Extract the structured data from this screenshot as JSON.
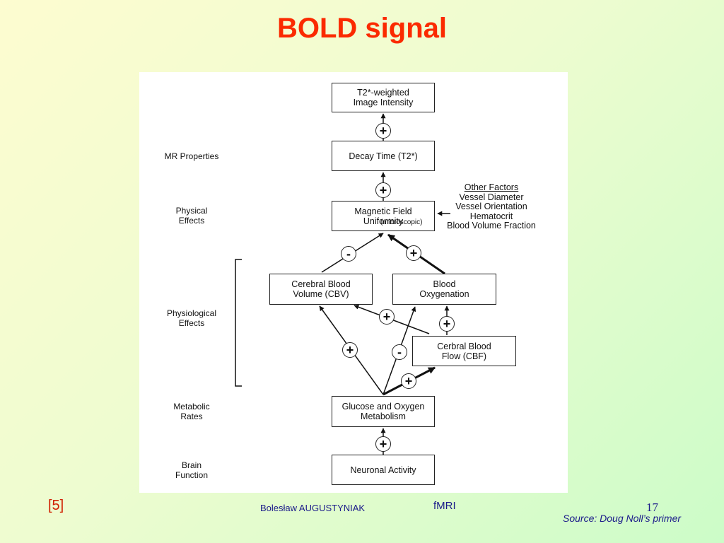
{
  "slide": {
    "title": "BOLD signal",
    "reference": "[5]",
    "author": "Bolesław AUGUSTYNIAK",
    "topic": "fMRI",
    "page_number": "17",
    "source": "Source: Doug Noll’s primer",
    "title_color": "#fb2a00",
    "footer_color": "#1a1a8a"
  },
  "diagram": {
    "boxes": {
      "t2": "T2*-weighted\nImage Intensity",
      "decay": "Decay Time (T2*)",
      "mag_main": "Magnetic Field\nUniformity",
      "mag_sub": "(microscopic)",
      "cbv": "Cerebral Blood\nVolume (CBV)",
      "oxy": "Blood\nOxygenation",
      "cbf": "Cerbral Blood\nFlow (CBF)",
      "glucose": "Glucose and Oxygen\nMetabolism",
      "neuronal": "Neuronal Activity"
    },
    "signs": {
      "decay_to_t2": "+",
      "mag_to_decay": "+",
      "cbv_to_mag": "-",
      "oxy_to_mag": "+",
      "cbf_to_cbv": "+",
      "cbf_to_oxy": "+",
      "glucose_to_cbv": "+",
      "glucose_to_oxy": "-",
      "glucose_to_cbf": "+",
      "neuronal_to_glucose": "+"
    },
    "levels": {
      "mr": "MR Properties",
      "physical": "Physical\nEffects",
      "physiological": "Physiological\nEffects",
      "metabolic": "Metabolic\nRates",
      "brain": "Brain\nFunction"
    },
    "other_factors": {
      "heading": "Other Factors",
      "items": [
        "Vessel Diameter",
        "Vessel Orientation",
        "Hematocrit",
        "Blood Volume Fraction"
      ]
    }
  }
}
